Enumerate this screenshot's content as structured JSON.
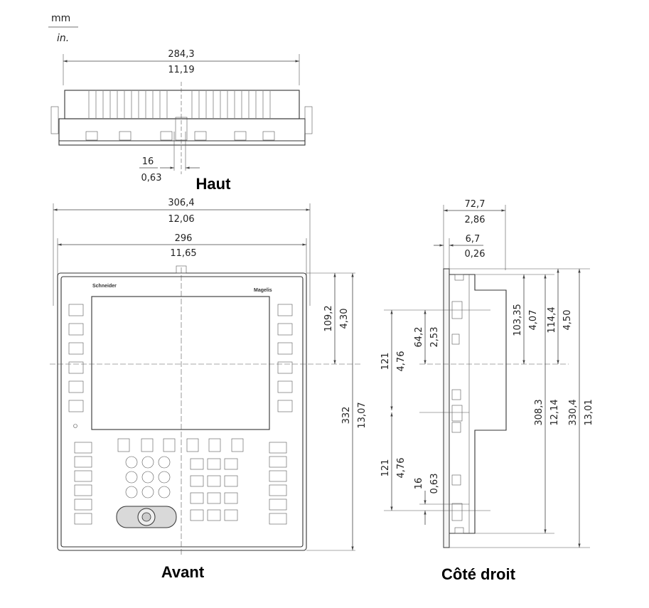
{
  "units": {
    "primary": "mm",
    "secondary": "in."
  },
  "views": {
    "top": "Haut",
    "front": "Avant",
    "right": "Côté droit"
  },
  "brand": {
    "left": "Schneider",
    "right": "Magelis"
  },
  "dims": {
    "top_width_mm": "284,3",
    "top_width_in": "11,19",
    "top_offset_mm": "16",
    "top_offset_in": "0,63",
    "front_overall_mm": "306,4",
    "front_overall_in": "12,06",
    "front_body_mm": "296",
    "front_body_in": "11,65",
    "front_upper_mm": "109,2",
    "front_upper_in": "4,30",
    "front_height_mm": "332",
    "front_height_in": "13,07",
    "side_depth_mm": "72,7",
    "side_depth_in": "2,86",
    "side_panel_mm": "6,7",
    "side_panel_in": "0,26",
    "side_seg1_mm": "121",
    "side_seg1_in": "4,76",
    "side_seg2_mm": "121",
    "side_seg2_in": "4,76",
    "side_a_mm": "64,2",
    "side_a_in": "2,53",
    "side_b_mm": "16",
    "side_b_in": "0,63",
    "side_c_mm": "103,35",
    "side_c_in": "4,07",
    "side_d_mm": "114,4",
    "side_d_in": "4,50",
    "side_e_mm": "308,3",
    "side_e_in": "12,14",
    "side_f_mm": "330,4",
    "side_f_in": "13,01"
  }
}
